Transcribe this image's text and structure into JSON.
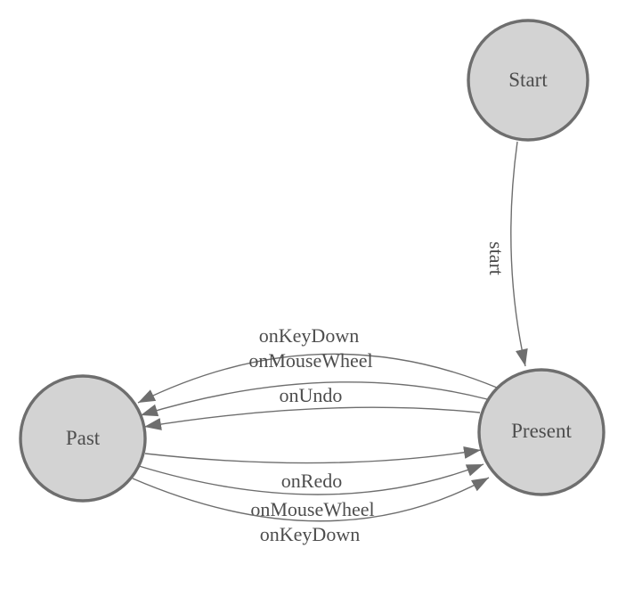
{
  "diagram": {
    "type": "state-machine",
    "background": "#ffffff",
    "colors": {
      "node_fill": "#d3d3d3",
      "node_stroke": "#6e6e6e",
      "edge_stroke": "#6e6e6e",
      "label_text": "#4d4d4d"
    },
    "nodes": [
      {
        "id": "start",
        "label": "Start"
      },
      {
        "id": "past",
        "label": "Past"
      },
      {
        "id": "present",
        "label": "Present"
      }
    ],
    "edges": [
      {
        "id": "start-to-present",
        "from": "Start",
        "to": "Present",
        "label": "start"
      },
      {
        "id": "present-to-past-keydown",
        "from": "Present",
        "to": "Past",
        "label": "onKeyDown"
      },
      {
        "id": "present-to-past-mousewheel",
        "from": "Present",
        "to": "Past",
        "label": "onMouseWheel"
      },
      {
        "id": "present-to-past-undo",
        "from": "Present",
        "to": "Past",
        "label": "onUndo"
      },
      {
        "id": "past-to-present-redo",
        "from": "Past",
        "to": "Present",
        "label": "onRedo"
      },
      {
        "id": "past-to-present-mousewheel",
        "from": "Past",
        "to": "Present",
        "label": "onMouseWheel"
      },
      {
        "id": "past-to-present-keydown",
        "from": "Past",
        "to": "Present",
        "label": "onKeyDown"
      }
    ]
  }
}
